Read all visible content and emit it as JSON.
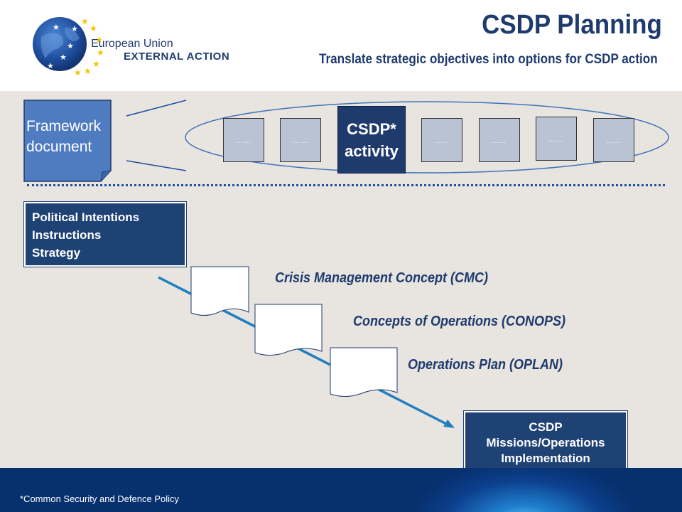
{
  "header": {
    "title": "CSDP Planning",
    "subtitle": "Translate strategic objectives into options for CSDP action",
    "logo": {
      "line1": "European Union",
      "line2": "EXTERNAL ACTION",
      "icon": "eu-globe-stars-logo"
    }
  },
  "framework": {
    "label_line1": "Framework",
    "label_line2": "document"
  },
  "activities": {
    "small_boxes": [
      "……",
      "……",
      "……",
      "……",
      "……",
      "……"
    ],
    "center_line1": "CSDP*",
    "center_line2": "activity"
  },
  "political": {
    "line1": "Political Intentions",
    "line2": "Instructions",
    "line3": "Strategy"
  },
  "documents": [
    {
      "label": "Crisis Management Concept (CMC)"
    },
    {
      "label": "Concepts of Operations (CONOPS)"
    },
    {
      "label": "Operations Plan (OPLAN)"
    }
  ],
  "implementation": {
    "line1": "CSDP",
    "line2": "Missions/Operations",
    "line3": "Implementation"
  },
  "footer": {
    "note": "*Common Security and Defence Policy"
  },
  "colors": {
    "brand_dark": "#1f3b6e",
    "box_blue": "#1f4275",
    "line_blue": "#1f7fc0",
    "gold": "#f4c300"
  }
}
